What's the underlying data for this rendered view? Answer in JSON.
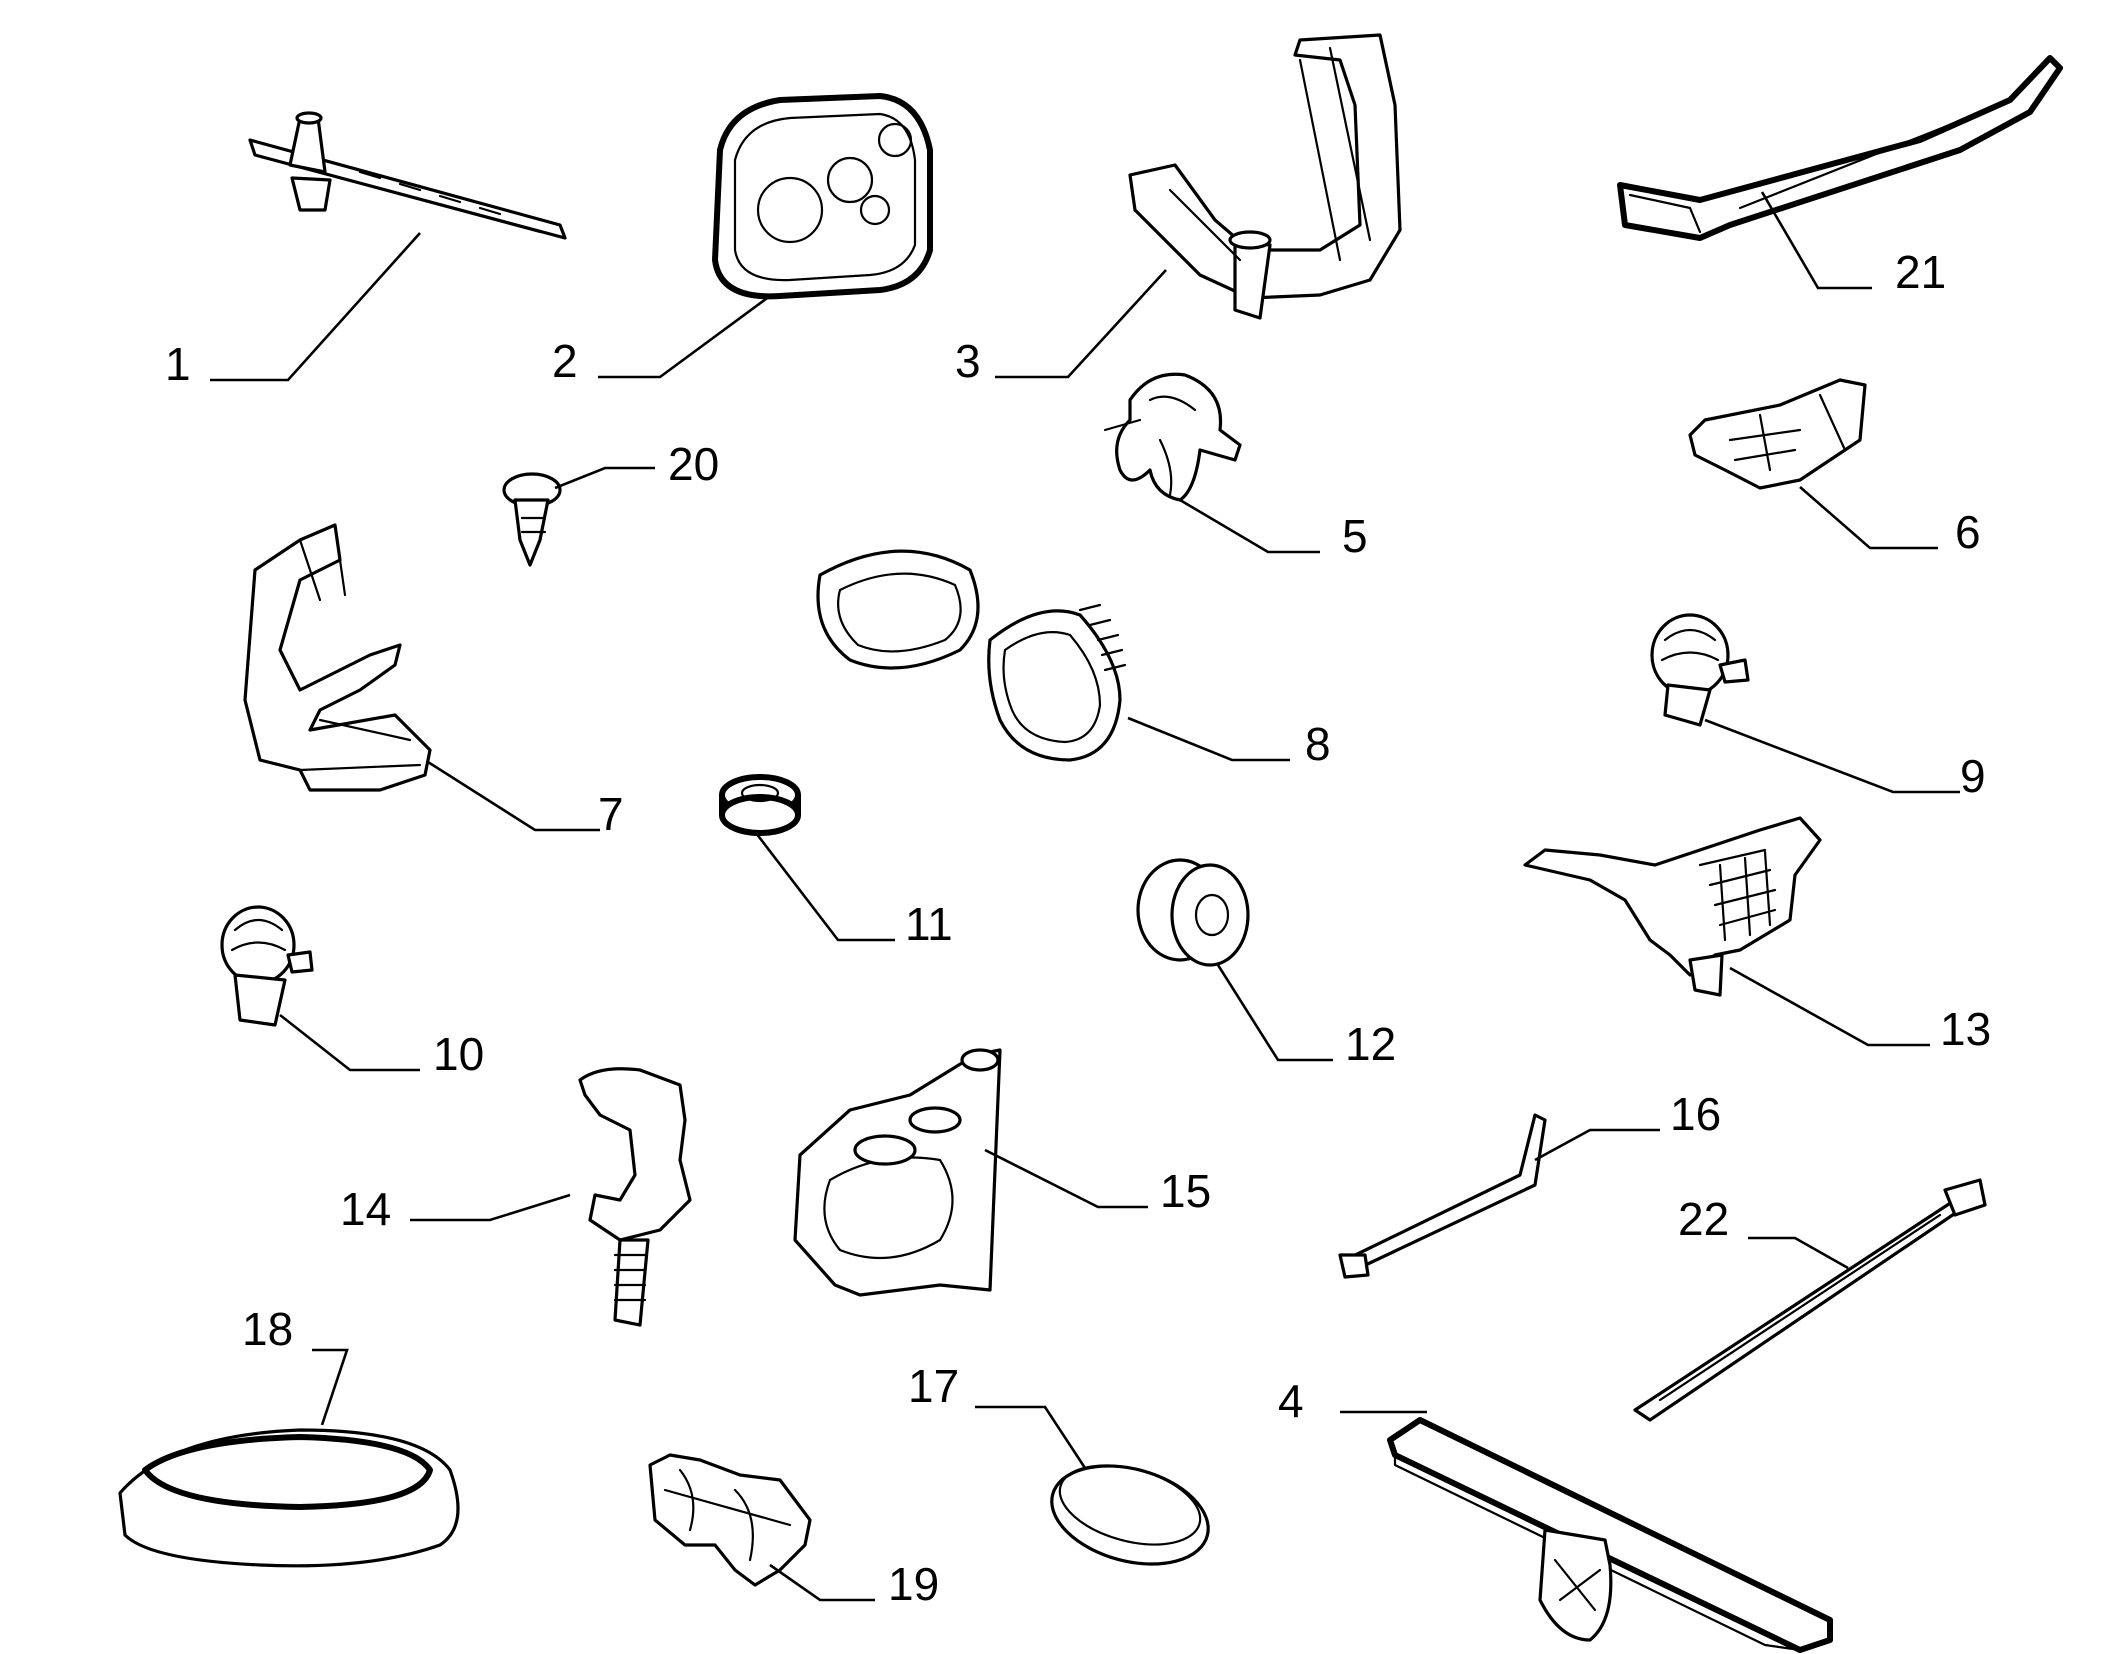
{
  "diagram": {
    "background": "#ffffff",
    "line_color": "#000000",
    "callouts": [
      "1",
      "2",
      "3",
      "4",
      "5",
      "6",
      "7",
      "8",
      "9",
      "10",
      "11",
      "12",
      "13",
      "14",
      "15",
      "16",
      "17",
      "18",
      "19",
      "20",
      "21",
      "22"
    ]
  }
}
